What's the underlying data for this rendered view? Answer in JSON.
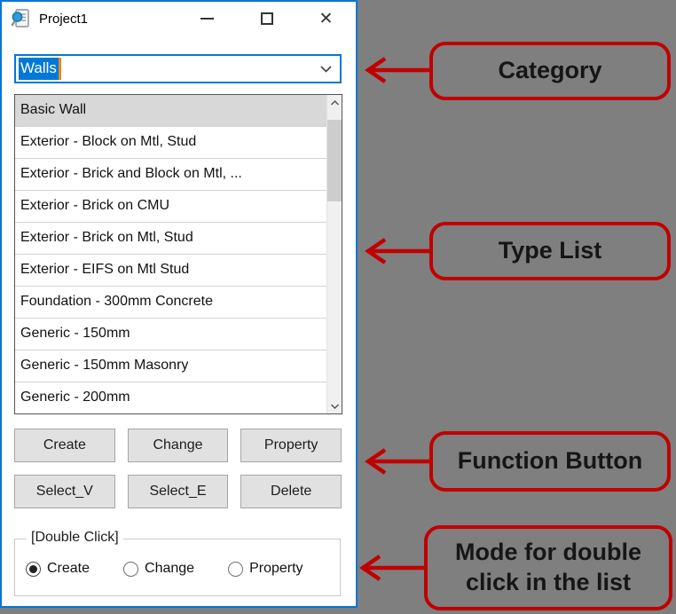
{
  "window": {
    "title": "Project1",
    "icons": {
      "app_icon": "document-with-magnifier",
      "minimize": "minimize-line",
      "maximize": "maximize-square",
      "close": "✕"
    }
  },
  "category": {
    "value": "Walls"
  },
  "type_list": {
    "selected_index": 0,
    "items": [
      "Basic Wall",
      "Exterior - Block on Mtl, Stud",
      "Exterior - Brick and Block on Mtl, ...",
      "Exterior - Brick on CMU",
      "Exterior - Brick on Mtl, Stud",
      "Exterior - EIFS on Mtl Stud",
      "Foundation - 300mm Concrete",
      "Generic - 150mm",
      "Generic - 150mm Masonry",
      "Generic - 200mm"
    ]
  },
  "buttons": [
    "Create",
    "Change",
    "Property",
    "Select_V",
    "Select_E",
    "Delete"
  ],
  "double_click_group": {
    "label": "[Double Click]",
    "options": [
      {
        "label": "Create",
        "selected": true
      },
      {
        "label": "Change",
        "selected": false
      },
      {
        "label": "Property",
        "selected": false
      }
    ]
  },
  "annotations": [
    {
      "label": "Category"
    },
    {
      "label": "Type List"
    },
    {
      "label": "Function Button"
    },
    {
      "label": "Mode for double click in the list"
    }
  ],
  "colors": {
    "window_border": "#0078d7",
    "selection_blue": "#0078d7",
    "caret_orange": "#e8891c",
    "annotation_red": "#c00000",
    "background_gray": "#7f7f7f",
    "button_face": "#e1e1e1",
    "selected_row_gray": "#d8d8d8"
  }
}
